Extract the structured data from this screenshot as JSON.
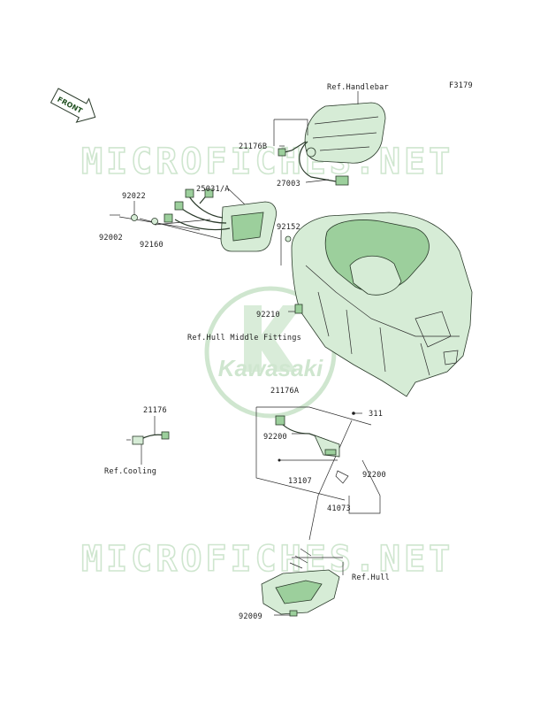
{
  "figure_code": "F3179",
  "front_tag": "FRONT",
  "watermark": {
    "site": "MICROFICHES.NET",
    "brand": "Kawasaki"
  },
  "labels": {
    "ref_handlebar": "Ref.Handlebar",
    "p21176B": "21176B",
    "p27003": "27003",
    "p25031A": "25031/A",
    "p92022": "92022",
    "p92002": "92002",
    "p92160": "92160",
    "p92152": "92152",
    "p92210": "92210",
    "ref_hull_middle": "Ref.Hull Middle Fittings",
    "p21176A": "21176A",
    "p311": "311",
    "p21176": "21176",
    "p92200a": "92200",
    "p13107": "13107",
    "p92200b": "92200",
    "p41073": "41073",
    "ref_cooling": "Ref.Cooling",
    "ref_hull": "Ref.Hull",
    "p92009": "92009"
  }
}
